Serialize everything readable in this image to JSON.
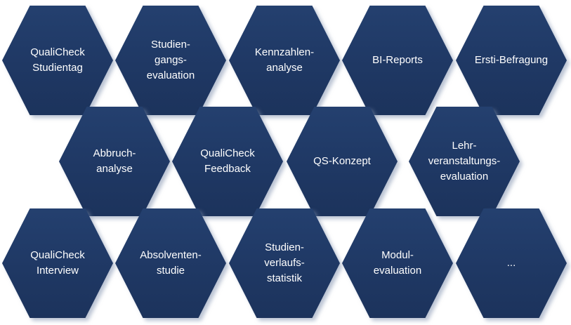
{
  "colors": {
    "hex_fill": "#1f3864",
    "text": "#ffffff",
    "background": "#ffffff"
  },
  "hexagons": [
    {
      "label": "QualiCheck\nStudientag"
    },
    {
      "label": "Studien-\ngangs-\nevaluation"
    },
    {
      "label": "Kennzahlen-\nanalyse"
    },
    {
      "label": "BI-Reports"
    },
    {
      "label": "Ersti-Befragung"
    },
    {
      "label": "Abbruch-\nanalyse"
    },
    {
      "label": "QualiCheck\nFeedback"
    },
    {
      "label": "QS-Konzept"
    },
    {
      "label": "Lehr-\nveranstaltungs-\nevaluation"
    },
    {
      "label": "QualiCheck\nInterview"
    },
    {
      "label": "Absolventen-\nstudie"
    },
    {
      "label": "Studien-\nverlaufs-\nstatistik"
    },
    {
      "label": "Modul-\nevaluation"
    },
    {
      "label": "..."
    }
  ]
}
